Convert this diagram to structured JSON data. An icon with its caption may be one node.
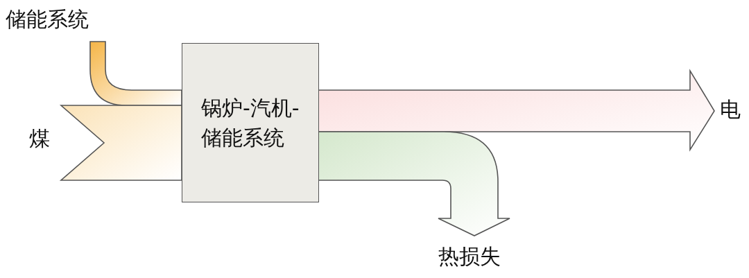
{
  "diagram": {
    "nodes": [
      {
        "text": [
          "储能系统"
        ]
      },
      {
        "text": [
          "煤"
        ]
      },
      {
        "text": [
          "锅炉-汽机-储能系统"
        ]
      },
      {
        "text": [
          "电"
        ]
      },
      {
        "text": [
          "热损失"
        ]
      }
    ],
    "edges": [
      {
        "from": 0,
        "to": 2,
        "arrow": "none",
        "style": "thick",
        "color": "#f5b547"
      },
      {
        "from": 1,
        "to": 2,
        "arrow": "none",
        "style": "thick",
        "color": "#fbe3b8"
      },
      {
        "from": 2,
        "to": 3,
        "arrow": "to",
        "style": "thick",
        "color": "#fbdcdc"
      },
      {
        "from": 2,
        "to": 4,
        "arrow": "to",
        "style": "thick",
        "color": "#d5e8cd"
      }
    ]
  }
}
